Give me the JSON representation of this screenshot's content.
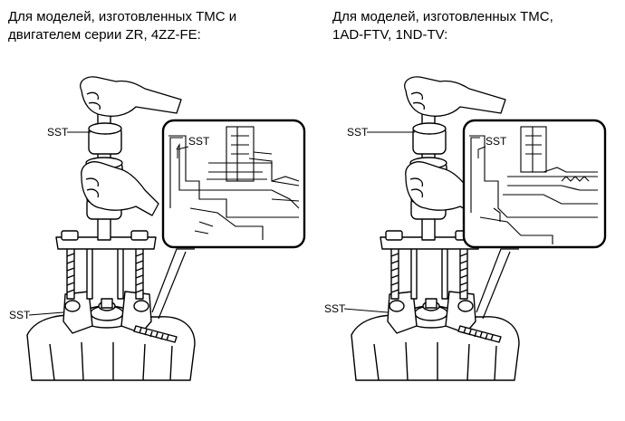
{
  "captions": {
    "left": {
      "line1": "Для моделей, изготовленных TMC и",
      "line2": "двигателем серии ZR, 4ZZ-FE:"
    },
    "right": {
      "line1": "Для моделей, изготовленных TMC,",
      "line2": "1AD-FTV, 1ND-TV:"
    }
  },
  "labels": {
    "sst": "SST"
  }
}
